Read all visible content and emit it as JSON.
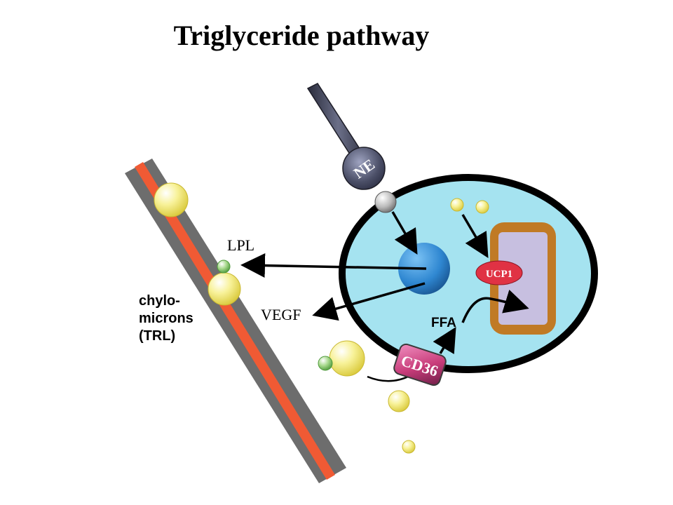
{
  "title": "Triglyceride pathway",
  "labels": {
    "ne": "NE",
    "lpl": "LPL",
    "vegf": "VEGF",
    "ucp1": "UCP1",
    "ffa": "FFA",
    "cd36": "CD36",
    "chylomicrons_line1": "chylo-",
    "chylomicrons_line2": "microns",
    "chylomicrons_line3": "(TRL)"
  },
  "colors": {
    "vessel_wall": "#6d6d6d",
    "vessel_lumen": "#f05a34",
    "cell_fill": "#a5e3f0",
    "cell_border": "#000000",
    "nucleus": "#2f87d1",
    "mitochondrion_outer": "#c07a25",
    "mitochondrion_inner": "#c7bfe0",
    "ucp1": "#e03244",
    "cd36": "#c83c7a",
    "ne_terminal": "#43465a",
    "lipid_droplet": "#f3ea78",
    "lpl_particle": "#8cc576"
  }
}
